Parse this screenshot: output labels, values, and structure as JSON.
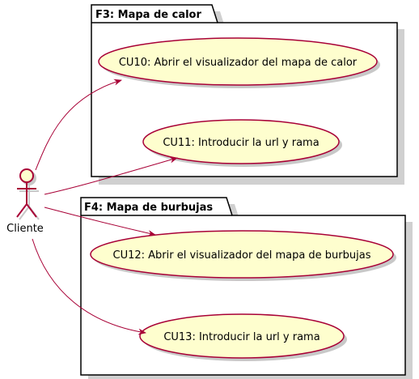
{
  "diagram": {
    "actor": {
      "name": "Cliente"
    },
    "packages": [
      {
        "title": "F3: Mapa de calor",
        "use_cases": [
          {
            "label": "CU10: Abrir el visualizador del mapa de calor"
          },
          {
            "label": "CU11: Introducir la url y rama"
          }
        ]
      },
      {
        "title": "F4: Mapa de burbujas",
        "use_cases": [
          {
            "label": "CU12: Abrir el visualizador del mapa de burbujas"
          },
          {
            "label": "CU13: Introducir la url y rama"
          }
        ]
      }
    ],
    "colors": {
      "use_case_fill": "#FEFECE",
      "border": "#A80036",
      "arrow": "#A80036",
      "package_border": "#000000",
      "shadow": "#C8C8C8"
    }
  }
}
